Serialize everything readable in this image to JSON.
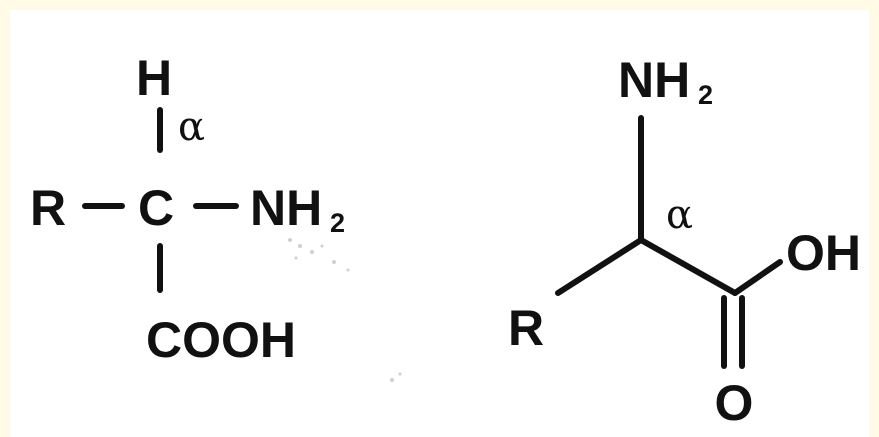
{
  "fischer": {
    "h": "H",
    "alpha": "α",
    "r": "R",
    "c": "C",
    "n": "NH",
    "n_sub": "2",
    "cooh": "COOH"
  },
  "skeletal": {
    "nh": "NH",
    "nh_sub": "2",
    "alpha": "α",
    "oh": "OH",
    "r": "R",
    "o": "O"
  },
  "colors": {
    "border": "#fffbe6",
    "background": "#ffffff",
    "ink": "#111111"
  }
}
